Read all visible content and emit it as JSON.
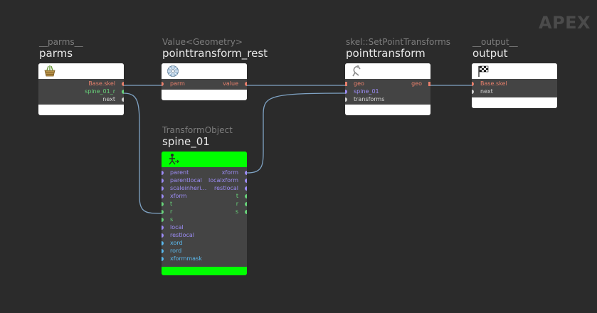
{
  "watermark": "APEX",
  "colors": {
    "background": "#2b2b2b",
    "wire": "#7fa3c4",
    "selected_node": "#00ff00",
    "port_red": "#e8806c",
    "port_green": "#68d27a",
    "port_purple": "#9c8cf5",
    "port_blue": "#5bb8ec",
    "port_white": "#cfcfcf"
  },
  "nodes": {
    "parms": {
      "type": "__parms__",
      "name": "parms",
      "icon": "basket-icon",
      "outputs": [
        "Base.skel",
        "spine_01_r",
        "next"
      ]
    },
    "rest": {
      "type": "Value<Geometry>",
      "name": "pointtransform_rest",
      "icon": "gear-ball-icon",
      "inputs": [
        "parm"
      ],
      "outputs": [
        "value"
      ]
    },
    "setpoint": {
      "type": "skel::SetPointTransforms",
      "name": "pointtransform",
      "icon": "skeleton-icon",
      "inputs": [
        "geo",
        "spine_01",
        "transforms"
      ],
      "outputs": [
        "geo"
      ]
    },
    "output": {
      "type": "__output__",
      "name": "output",
      "icon": "checkered-flag-icon",
      "inputs": [
        "Base.skel",
        "next"
      ]
    },
    "spine": {
      "type": "TransformObject",
      "name": "spine_01",
      "icon": "transform-figure-icon",
      "inputs": [
        "parent",
        "parentlocal",
        "scaleinheri…",
        "xform",
        "t",
        "r",
        "s",
        "local",
        "restlocal",
        "xord",
        "rord",
        "xformmask"
      ],
      "outputs": [
        "xform",
        "localxform",
        "restlocal",
        "t",
        "r",
        "s"
      ]
    }
  }
}
